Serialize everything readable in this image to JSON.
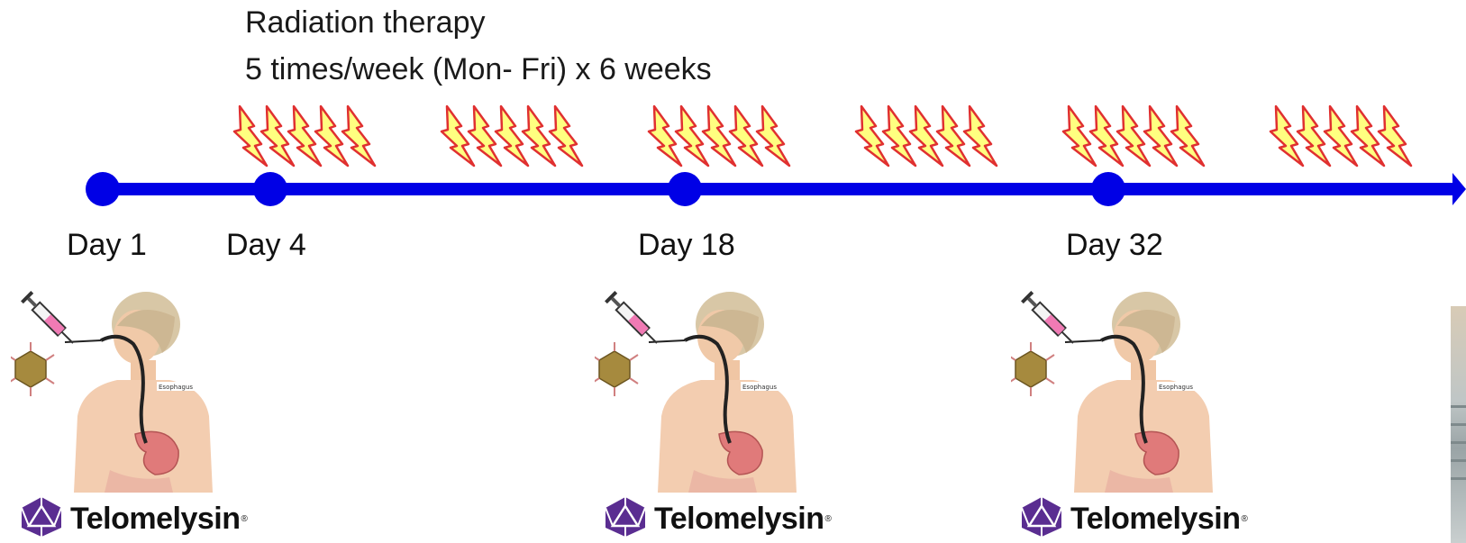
{
  "header": {
    "line1": "Radiation therapy",
    "line2": "5 times/week (Mon- Fri) x 6 weeks"
  },
  "timeline": {
    "line_color": "#0000e6",
    "marker_color": "#0000e6",
    "arrow_color": "#0000e6",
    "markers": [
      {
        "label": "Day 1"
      },
      {
        "label": "Day 4"
      },
      {
        "label": "Day 18"
      },
      {
        "label": "Day 32"
      }
    ]
  },
  "radiation": {
    "weeks": 6,
    "bolts_per_week": 5,
    "bolt_fill": "#ffff80",
    "bolt_stroke": "#e03030",
    "icon": "lightning-bolt-icon"
  },
  "treatments": [
    {
      "day": "Day 1",
      "brand": "Telomelysin",
      "organ_label": "Esophagus"
    },
    {
      "day": "Day 18",
      "brand": "Telomelysin",
      "organ_label": "Esophagus"
    },
    {
      "day": "Day 32",
      "brand": "Telomelysin",
      "organ_label": "Esophagus"
    }
  ],
  "icons": {
    "syringe": "syringe-icon",
    "virus": "adenovirus-icon",
    "logo": "icosahedron-logo-icon"
  },
  "brand_color": "#5a2d91"
}
